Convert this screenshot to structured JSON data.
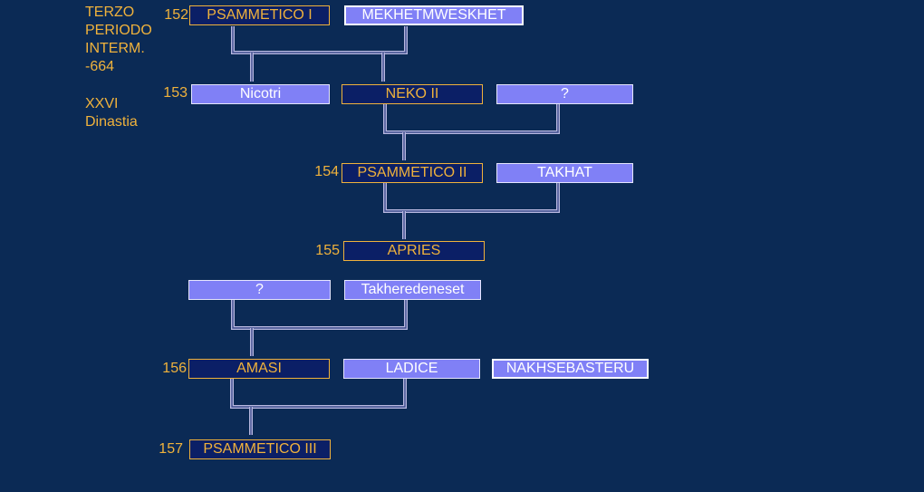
{
  "sidebar": {
    "period": "TERZO\nPERIODO\nINTERM.\n-664",
    "dynasty": "XXVI\nDinastia"
  },
  "generations": [
    {
      "number": "152",
      "ruler": "PSAMMETICO  I",
      "spouses": [
        "MEKHETMWESKHET"
      ]
    },
    {
      "number": "153",
      "ruler": "NEKO  II",
      "spouses": [
        "Nicotri",
        "?"
      ]
    },
    {
      "number": "154",
      "ruler": "PSAMMETICO II",
      "spouses": [
        "TAKHAT"
      ]
    },
    {
      "number": "155",
      "ruler": "APRIES",
      "spouses": []
    },
    {
      "number": "",
      "ruler": "",
      "spouses": [
        "?",
        "Takheredeneset"
      ]
    },
    {
      "number": "156",
      "ruler": "AMASI",
      "spouses": [
        "LADICE",
        "NAKHSEBASTERU"
      ]
    },
    {
      "number": "157",
      "ruler": "PSAMMETICO III",
      "spouses": []
    }
  ],
  "colors": {
    "background": "#0b2a55",
    "ruler_fill": "#0b1f66",
    "ruler_text": "#f0b23c",
    "spouse_fill": "#8080f6"
  }
}
